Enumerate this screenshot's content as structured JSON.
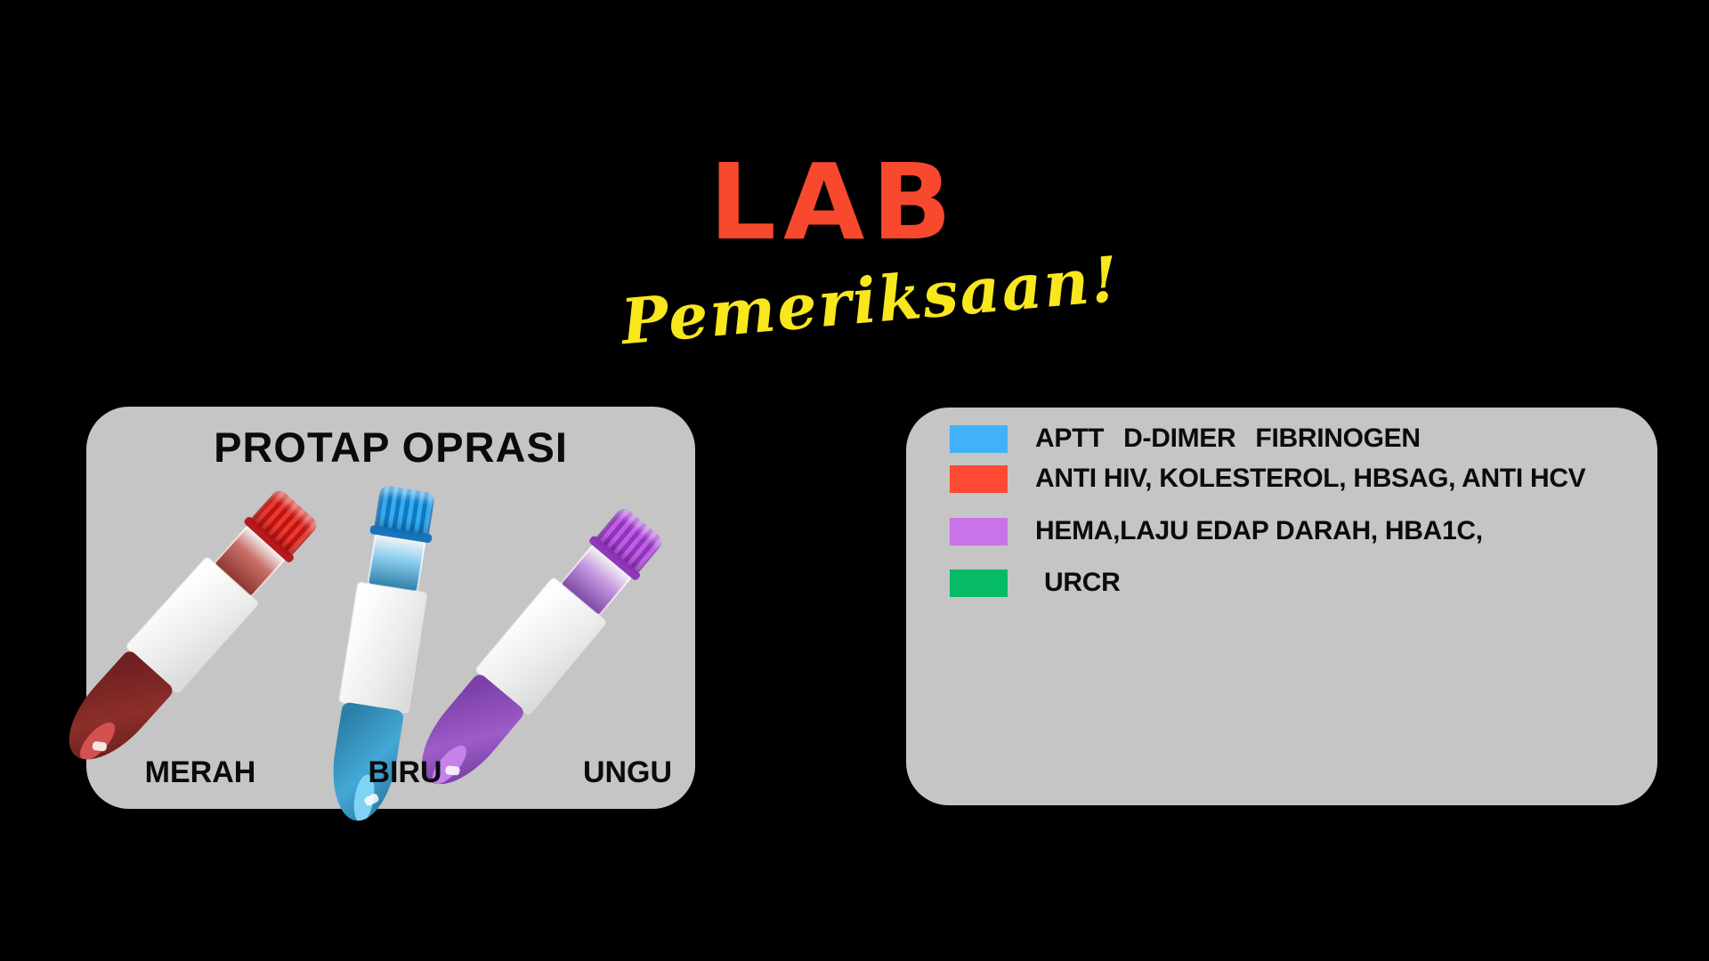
{
  "header": {
    "title": "LAB",
    "title_color": "#F8482E",
    "subtitle": "Pemeriksaan!",
    "subtitle_color": "#F8E71C"
  },
  "protap_panel": {
    "title": "PROTAP OPRASI",
    "panel_color": "#C5C5C5",
    "tubes": [
      {
        "name": "red-tube",
        "label": "MERAH",
        "cap_color": "#D92A20",
        "liquid_color": "#7E2824"
      },
      {
        "name": "blue-tube",
        "label": "BIRU",
        "cap_color": "#2AA7EE",
        "liquid_color": "#3A96C2"
      },
      {
        "name": "purple-tube",
        "label": "UNGU",
        "cap_color": "#B55FDC",
        "liquid_color": "#8F50BE"
      }
    ]
  },
  "legend_panel": {
    "panel_color": "#C5C5C5",
    "items": [
      {
        "color": "#41B1FA",
        "label": "APTT D-DIMER FIBRINOGEN"
      },
      {
        "color": "#FF4A33",
        "label": "ANTI HIV, KOLESTEROL, HBSAG, ANTI HCV"
      },
      {
        "color": "#C873E8",
        "label": "HEMA,LAJU EDAP DARAH, HBA1C,"
      },
      {
        "color": "#06BB66",
        "label": "URCR"
      }
    ]
  }
}
